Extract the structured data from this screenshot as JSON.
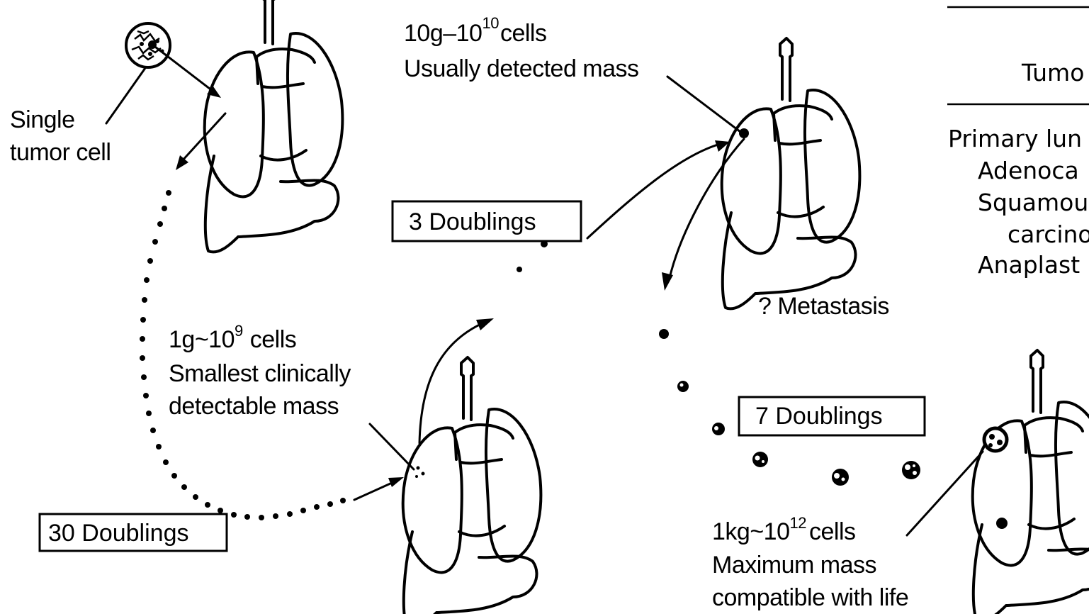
{
  "labels": {
    "single_line1": "Single",
    "single_line2": "tumor cell",
    "ten_g_prefix": "10g–10",
    "ten_g_exp": "10",
    "ten_g_suffix": "cells",
    "usually_detected": "Usually detected mass",
    "three_doublings": "3 Doublings",
    "metastasis": "? Metastasis",
    "one_g_prefix": "1g~10",
    "one_g_exp": "9",
    "one_g_suffix": "cells",
    "smallest_line1": "Smallest clinically",
    "smallest_line2": "detectable mass",
    "seven_doublings": "7 Doublings",
    "thirty_doublings": "30 Doublings",
    "one_kg_prefix": "1kg~10",
    "one_kg_exp": "12",
    "one_kg_suffix": "cells",
    "maximum_line1": "Maximum mass",
    "maximum_line2": "compatible with life"
  },
  "table_fragment": {
    "header": "Tumo",
    "rows": [
      "Primary lun",
      "Adenoca",
      "Squamou",
      "carcino",
      "Anaplast"
    ]
  },
  "colors": {
    "ink": "#000000",
    "paper": "#ffffff"
  },
  "icons": [
    "lung-heart-anatomy-icon",
    "tumor-cell-icon",
    "arrow-icon"
  ]
}
